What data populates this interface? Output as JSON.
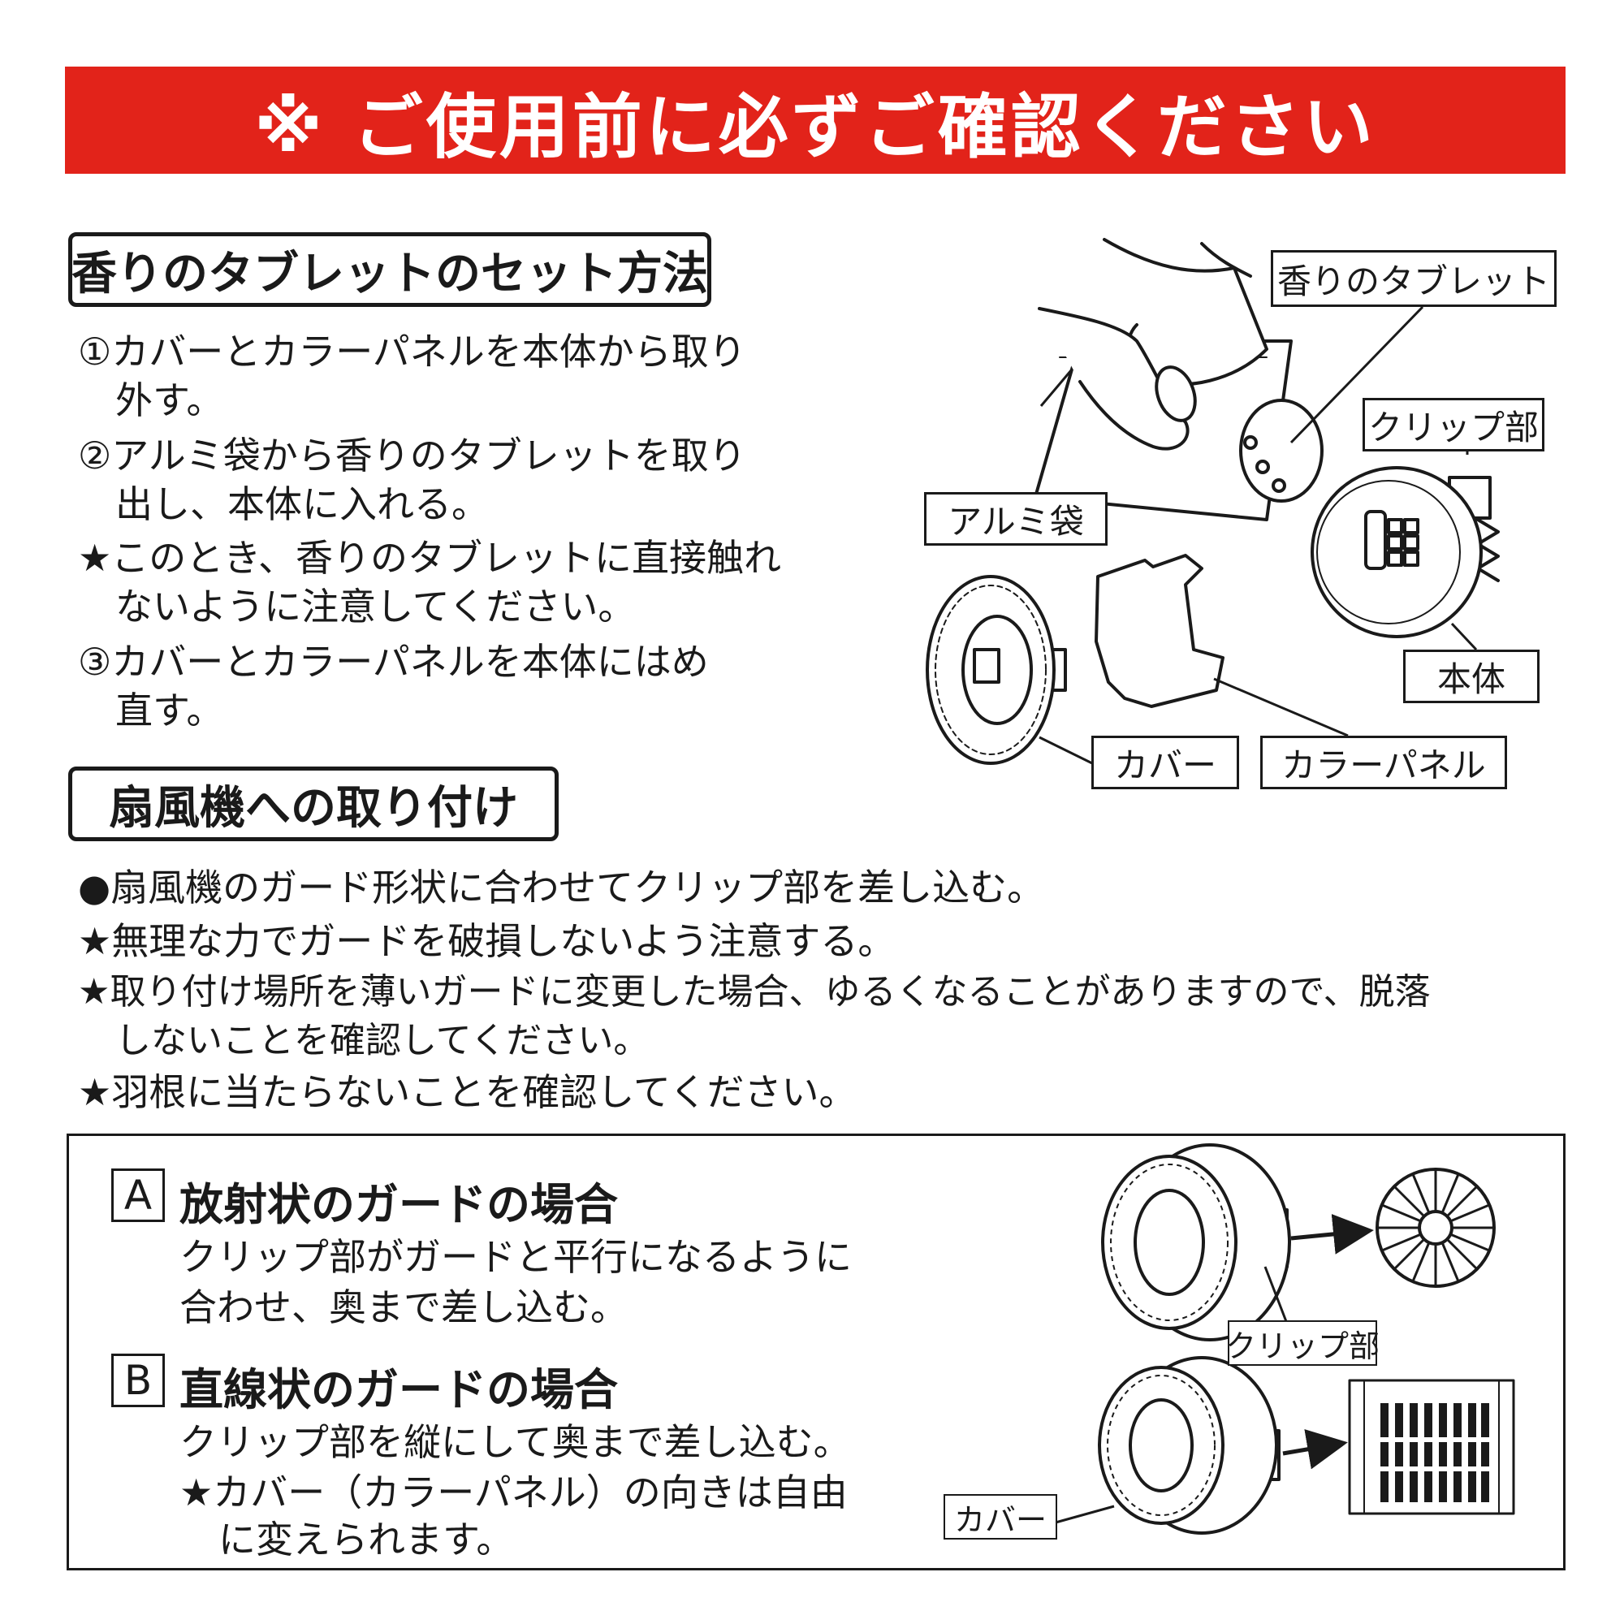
{
  "banner": {
    "text": "※ ご使用前に必ずご確認ください"
  },
  "colors": {
    "banner_red": "#e2231a",
    "ink": "#1a1a1a"
  },
  "section_set": {
    "title": "香りのタブレットのセット方法",
    "lines": [
      "①カバーとカラーパネルを本体から取り",
      "外す。",
      "②アルミ袋から香りのタブレットを取り",
      "出し、本体に入れる。",
      "★このとき、香りのタブレットに直接触れ",
      "ないように注意してください。",
      "③カバーとカラーパネルを本体にはめ",
      "直す。"
    ],
    "labels": {
      "tablet": "香りのタブレット",
      "clip": "クリップ部",
      "foil_bag": "アルミ袋",
      "body": "本体",
      "cover": "カバー",
      "color_panel": "カラーパネル"
    }
  },
  "section_fan": {
    "title": "扇風機への取り付け",
    "lines": [
      "●扇風機のガード形状に合わせてクリップ部を差し込む。",
      "★無理な力でガードを破損しないよう注意する。",
      "★取り付け場所を薄いガードに変更した場合、ゆるくなることがありますので、脱落",
      "しないことを確認してください。",
      "★羽根に当たらないことを確認してください。"
    ]
  },
  "box": {
    "a": {
      "letter": "A",
      "title": "放射状のガードの場合",
      "lines": [
        "クリップ部がガードと平行になるように",
        "合わせ、奥まで差し込む。"
      ]
    },
    "b": {
      "letter": "B",
      "title": "直線状のガードの場合",
      "lines": [
        "クリップ部を縦にして奥まで差し込む。",
        "★カバー（カラーパネル）の向きは自由",
        "に変えられます。"
      ]
    },
    "labels": {
      "clip": "クリップ部",
      "cover": "カバー"
    }
  }
}
